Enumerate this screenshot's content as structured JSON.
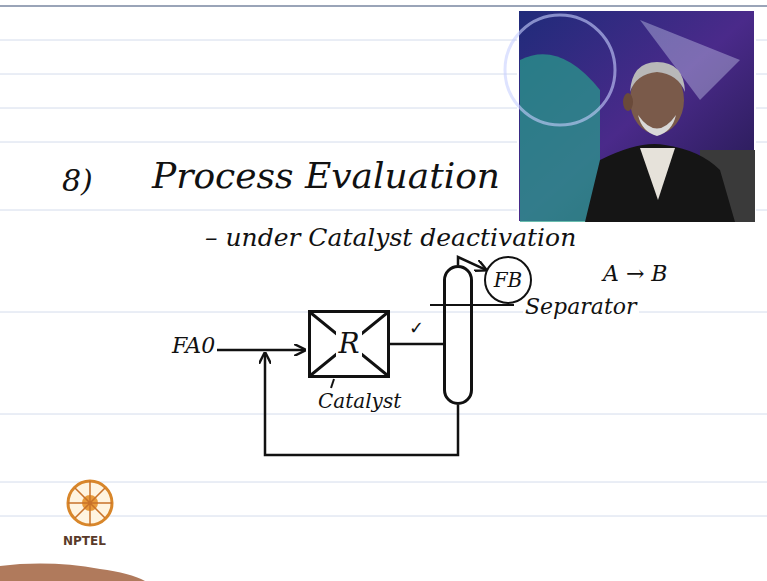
{
  "diagram": {
    "title": "Process Evaluation",
    "nodes": [
      {
        "text": [
          "R"
        ]
      },
      {
        "text": [
          "Separator"
        ]
      },
      {
        "text": [
          "FB"
        ]
      }
    ],
    "edges": [
      {
        "from": 0,
        "to": 1,
        "arrow": "none",
        "label": "✓"
      },
      {
        "from": 1,
        "to": 2,
        "arrow": "to"
      },
      {
        "from": 1,
        "to": 0,
        "arrow": "to"
      }
    ],
    "labels": [
      "8)",
      "– under Catalyst deactivation",
      "FA0",
      "Catalyst",
      "A → B",
      "NPTEL"
    ]
  }
}
